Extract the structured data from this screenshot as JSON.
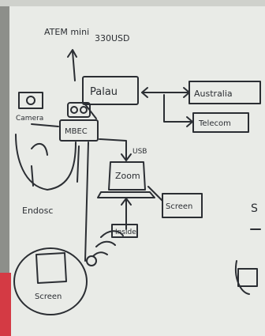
{
  "diagram": {
    "labels": {
      "atem_mini": "ATEM mini",
      "price": "330USD",
      "palau": "Palau",
      "australia": "Australia",
      "telecom": "Telecom",
      "mbec": "MBEC",
      "zoom": "Zoom",
      "screen_right": "Screen",
      "endosc": "Endosc",
      "screen_bottom": "Screen",
      "camera": "Camera",
      "usb": "USB",
      "inside": "Inside",
      "edge_letter": "S"
    }
  },
  "colors": {
    "board": "#eef0ec",
    "ink": "#2b2e33",
    "marker_red": "#d43a44",
    "wall": "#55584f"
  }
}
